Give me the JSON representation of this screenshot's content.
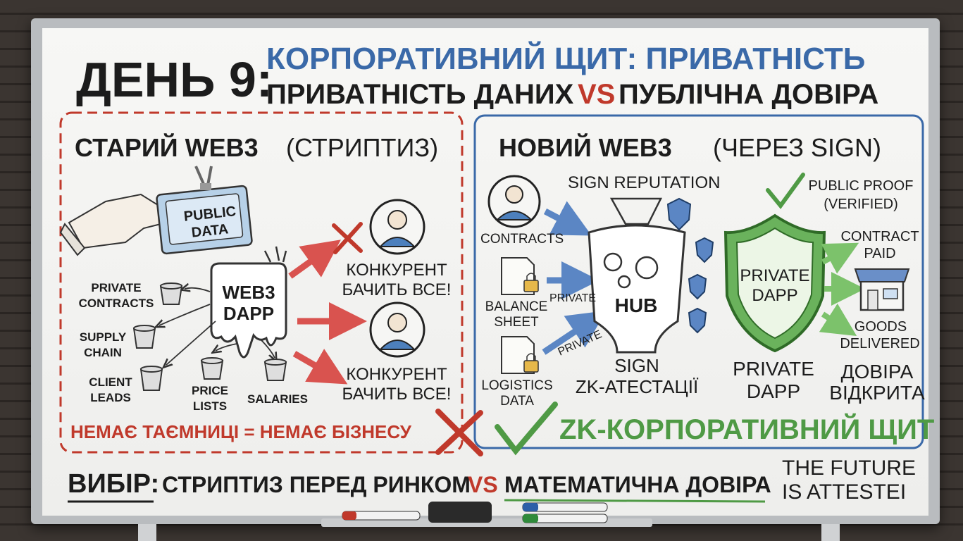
{
  "title": {
    "day": "ДЕНЬ 9:",
    "line1": "КОРПОРАТИВНИЙ ЩИТ: ПРИВАТНІСТЬ",
    "line2a": "ПРИВАТНІСТЬ ДАНИХ",
    "vs": "VS",
    "line2b": "ПУБЛІЧНА ДОВІРА"
  },
  "left_panel": {
    "heading_bold": "СТАРИЙ WEB3",
    "heading_light": "(СТРИПТИЗ)",
    "badge_line1": "PUBLIC",
    "badge_line2": "DATA",
    "dapp_line1": "WEB3",
    "dapp_line2": "DAPP",
    "leaks": [
      {
        "line1": "PRIVATE",
        "line2": "CONTRACTS"
      },
      {
        "line1": "SUPPLY",
        "line2": "CHAIN"
      },
      {
        "line1": "CLIENT",
        "line2": "LEADS"
      },
      {
        "line1": "PRICE",
        "line2": "LISTS"
      },
      {
        "line1": "SALARIES",
        "line2": ""
      }
    ],
    "competitor_top_line1": "КОНКУРЕНТ",
    "competitor_top_line2": "БАЧИТЬ ВСЕ!",
    "competitor_bottom_line1": "КОНКУРЕНТ",
    "competitor_bottom_line2": "БАЧИТЬ ВСЕ!",
    "slogan": "НЕМАЄ ТАЄМНИЦІ = НЕМАЄ БІЗНЕСУ"
  },
  "right_panel": {
    "heading_bold": "НОВИЙ WEB3",
    "heading_light": "(ЧЕРЕЗ SIGN)",
    "sign_reputation": "SIGN REPUTATION",
    "inputs": [
      {
        "line1": "CONTRACTS",
        "line2": ""
      },
      {
        "line1": "BALANCE",
        "line2": "SHEET"
      },
      {
        "line1": "LOGISTICS",
        "line2": "DATA"
      }
    ],
    "private_label_1": "PRIVATE",
    "private_label_2": "PRIVATE",
    "hub": "HUB",
    "sign_zk_line1": "SIGN",
    "sign_zk_line2": "ZK-АТЕСТАЦІЇ",
    "public_proof_line1": "PUBLIC PROOF",
    "public_proof_line2": "(VERIFIED)",
    "shield_line1": "PRIVATE",
    "shield_line2": "DAPP",
    "private_dapp_line1": "PRIVATE",
    "private_dapp_line2": "DAPP",
    "contract_paid_line1": "CONTRACT",
    "contract_paid_line2": "PAID",
    "goods_line1": "GOODS",
    "goods_line2": "DELIVERED",
    "trust_line1": "ДОВІРА",
    "trust_line2": "ВІДКРИТА",
    "zk_shield": "ZK-КОРПОРАТИВНИЙ ЩИТ"
  },
  "footer": {
    "choice": "ВИБІР:",
    "part1": "СТРИПТИЗ ПЕРЕД РИНКОМ",
    "vs": "VS",
    "part2": "МАТЕМАТИЧНА ДОВІРА",
    "future_line1": "THE FUTURE",
    "future_line2": "IS ATTESTEI"
  },
  "colors": {
    "blue": "#3a69a8",
    "red": "#c0392b",
    "green": "#4f9a45",
    "ink": "#1c1c1c",
    "arrow_red": "#d9534f",
    "arrow_blue": "#5b86c4",
    "arrow_green": "#7cc26b"
  }
}
